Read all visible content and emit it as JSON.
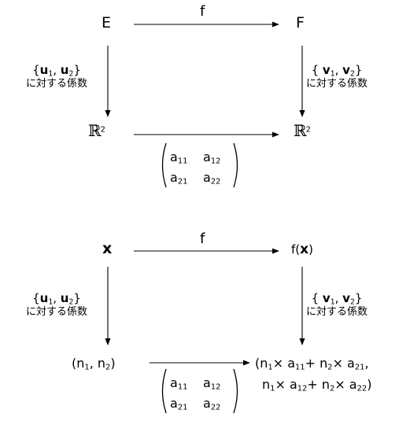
{
  "diagram1": {
    "node_tl": "E",
    "node_tr": "F",
    "node_bl": "ℝ",
    "node_br": "ℝ",
    "bl_sup": "2",
    "br_sup": "2",
    "top_label": "f",
    "left_basis": {
      "open": "{",
      "v1": "u",
      "s1": "1",
      "sep": ", ",
      "v2": "u",
      "s2": "2",
      "close": "}",
      "caption": "に対する係数"
    },
    "right_basis": {
      "open": "{ ",
      "v1": "v",
      "s1": "1",
      "sep": ", ",
      "v2": "v",
      "s2": "2",
      "close": "}",
      "caption": "に対する係数"
    },
    "matrix": {
      "a11": "a",
      "a11s": "11",
      "a12": "a",
      "a12s": "12",
      "a21": "a",
      "a21s": "21",
      "a22": "a",
      "a22s": "22"
    }
  },
  "diagram2": {
    "node_tl": "x",
    "node_tr_fn": "f(",
    "node_tr_var": "x",
    "node_tr_close": ")",
    "top_label": "f",
    "left_basis": {
      "open": "{",
      "v1": "u",
      "s1": "1",
      "sep": ", ",
      "v2": "u",
      "s2": "2",
      "close": "}",
      "caption": "に対する係数"
    },
    "right_basis": {
      "open": "{ ",
      "v1": "v",
      "s1": "1",
      "sep": ", ",
      "v2": "v",
      "s2": "2",
      "close": "}",
      "caption": "に対する係数"
    },
    "node_bl": {
      "open": "(n",
      "s1": "1",
      "mid": ", n",
      "s2": "2",
      "close": ")"
    },
    "node_br": {
      "line1": {
        "a": "(n",
        "as": "1",
        "b": "× a",
        "bs": "11",
        "c": "+ n",
        "cs": "2",
        "d": "× a",
        "ds": "21",
        "e": ","
      },
      "line2": {
        "a": "n",
        "as": "1",
        "b": "× a",
        "bs": "12",
        "c": "+ n",
        "cs": "2",
        "d": "× a",
        "ds": "22",
        "e": ")"
      }
    },
    "matrix": {
      "a11": "a",
      "a11s": "11",
      "a12": "a",
      "a12s": "12",
      "a21": "a",
      "a21s": "21",
      "a22": "a",
      "a22s": "22"
    }
  }
}
